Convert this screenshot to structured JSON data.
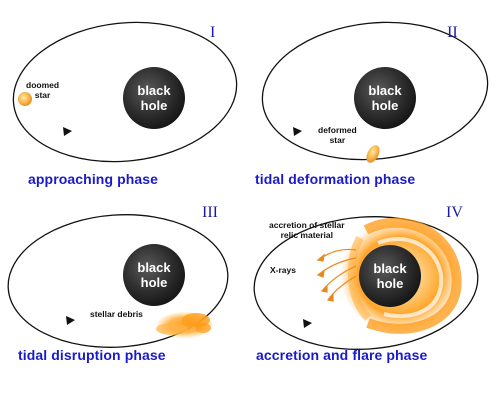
{
  "panels": [
    {
      "numeral": "I",
      "phase": "approaching phase",
      "black_hole": [
        "black",
        "hole"
      ],
      "annotations": [
        {
          "lines": [
            "doomed",
            "star"
          ]
        }
      ]
    },
    {
      "numeral": "II",
      "phase": "tidal deformation phase",
      "black_hole": [
        "black",
        "hole"
      ],
      "annotations": [
        {
          "lines": [
            "deformed",
            "star"
          ]
        }
      ]
    },
    {
      "numeral": "III",
      "phase": "tidal disruption phase",
      "black_hole": [
        "black",
        "hole"
      ],
      "annotations": [
        {
          "lines": [
            "stellar debris"
          ]
        }
      ]
    },
    {
      "numeral": "IV",
      "phase": "accretion and flare phase",
      "black_hole": [
        "black",
        "hole"
      ],
      "annotations": [
        {
          "lines": [
            "accretion of stellar",
            "relic material"
          ]
        },
        {
          "lines": [
            "X-rays"
          ]
        }
      ]
    }
  ],
  "colors": {
    "numeral": "#1a1aa8",
    "phase_text": "#1a1acc",
    "orbit": "#111111",
    "star": "#f5a623",
    "black_hole": "#2b2b2b"
  }
}
